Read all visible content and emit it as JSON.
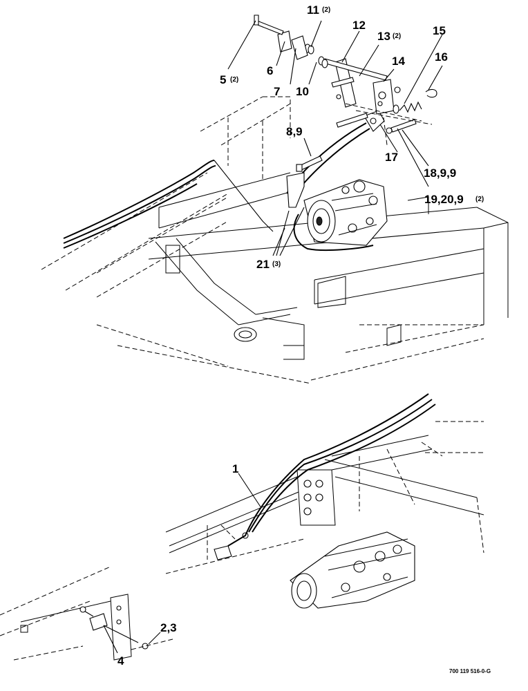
{
  "callouts": {
    "c1": "1",
    "c2_3": "2,3",
    "c4": "4",
    "c5": "5",
    "c5_qty": "(2)",
    "c6": "6",
    "c7": "7",
    "c8_9": "8,9",
    "c10": "10",
    "c11": "11",
    "c11_qty": "(2)",
    "c12": "12",
    "c13": "13",
    "c13_qty": "(2)",
    "c14": "14",
    "c15": "15",
    "c16": "16",
    "c17": "17",
    "c18": "18,9,9",
    "c19": "19,20,9",
    "c19_qty": "(2)",
    "c21": "21",
    "c21_qty": "(3)"
  },
  "part_number": "700 119 516-0-G"
}
